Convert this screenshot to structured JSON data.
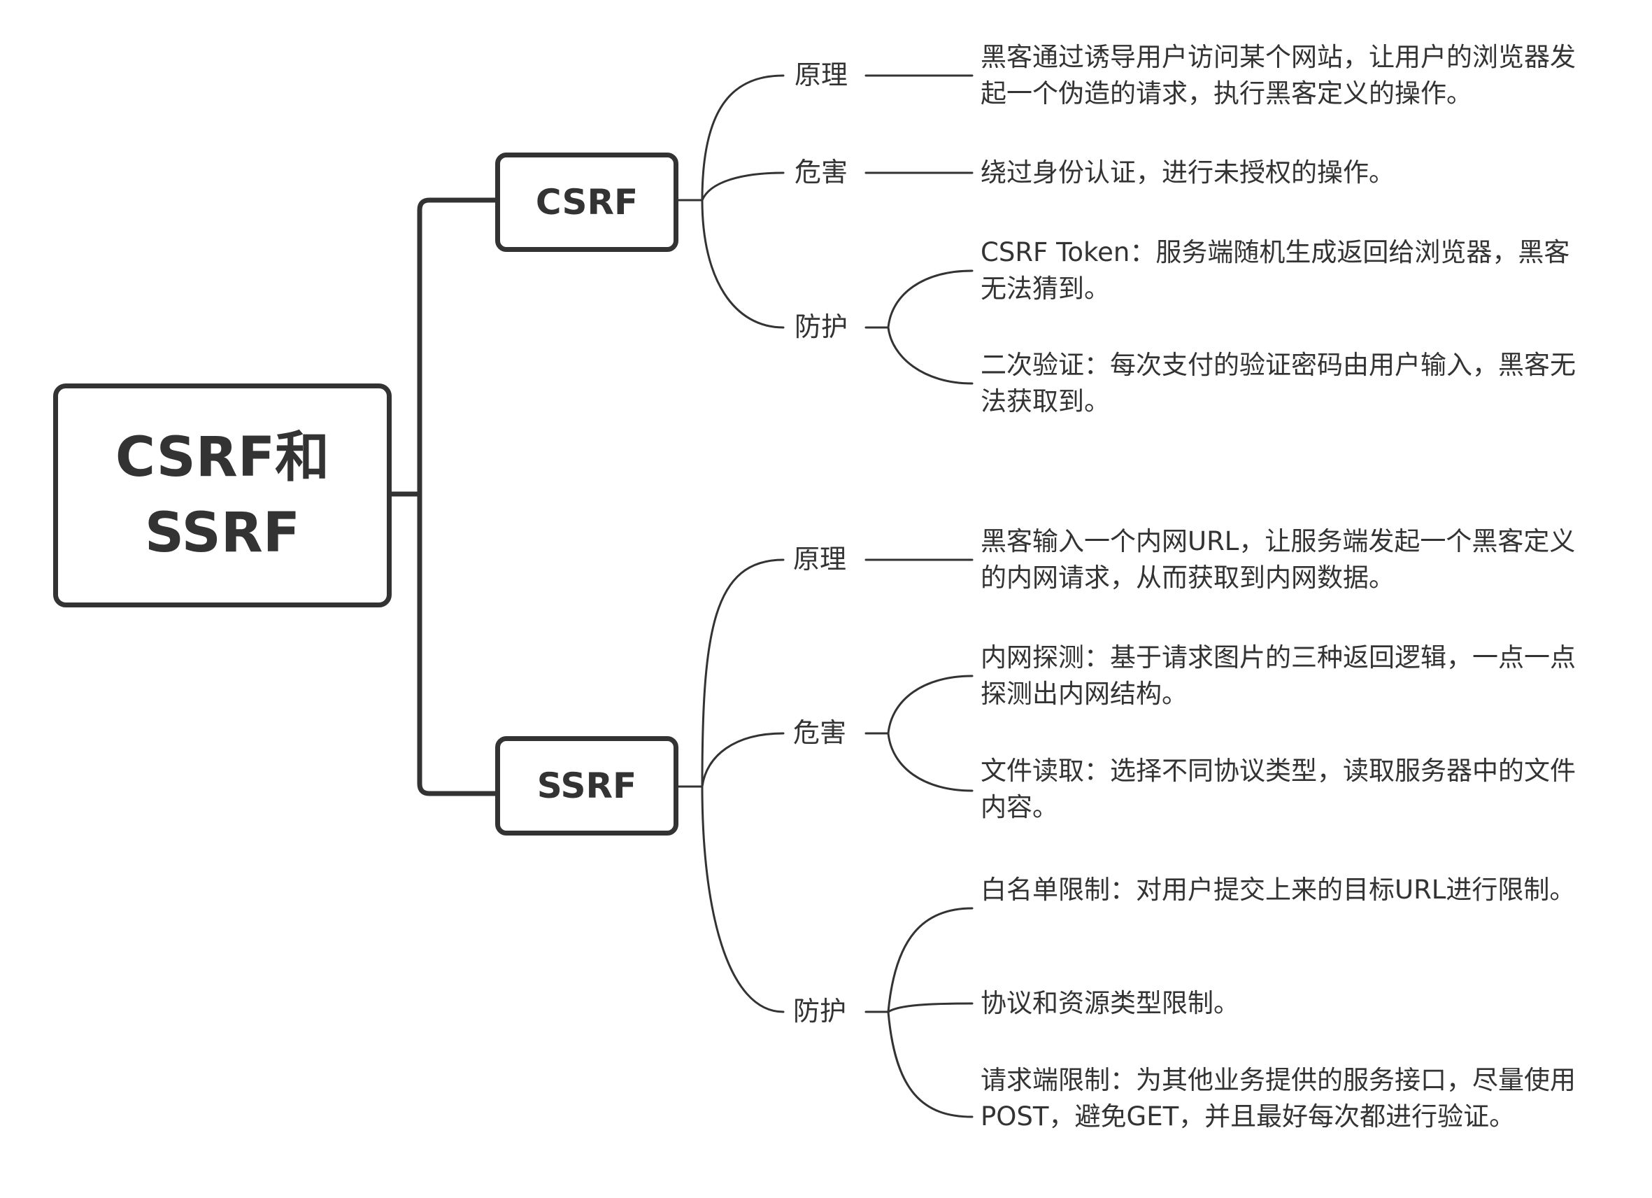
{
  "diagram": {
    "root": "CSRF和\nSSRF",
    "branches": [
      {
        "label": "CSRF",
        "children": [
          {
            "label": "原理",
            "items": [
              "黑客通过诱导用户访问某个网站，让用户的浏览器发起一个伪造的请求，执行黑客定义的操作。"
            ]
          },
          {
            "label": "危害",
            "items": [
              "绕过身份认证，进行未授权的操作。"
            ]
          },
          {
            "label": "防护",
            "items": [
              "CSRF Token：服务端随机生成返回给浏览器，黑客无法猜到。",
              "二次验证：每次支付的验证密码由用户输入，黑客无法获取到。"
            ]
          }
        ]
      },
      {
        "label": "SSRF",
        "children": [
          {
            "label": "原理",
            "items": [
              "黑客输入一个内网URL，让服务端发起一个黑客定义的内网请求，从而获取到内网数据。"
            ]
          },
          {
            "label": "危害",
            "items": [
              "内网探测：基于请求图片的三种返回逻辑，一点一点探测出内网结构。",
              "文件读取：选择不同协议类型，读取服务器中的文件内容。"
            ]
          },
          {
            "label": "防护",
            "items": [
              "白名单限制：对用户提交上来的目标URL进行限制。",
              "协议和资源类型限制。",
              "请求端限制：为其他业务提供的服务接口，尽量使用POST，避免GET，并且最好每次都进行验证。"
            ]
          }
        ]
      }
    ]
  },
  "colors": {
    "line": "#333333",
    "text": "#333333",
    "background": "#ffffff"
  }
}
